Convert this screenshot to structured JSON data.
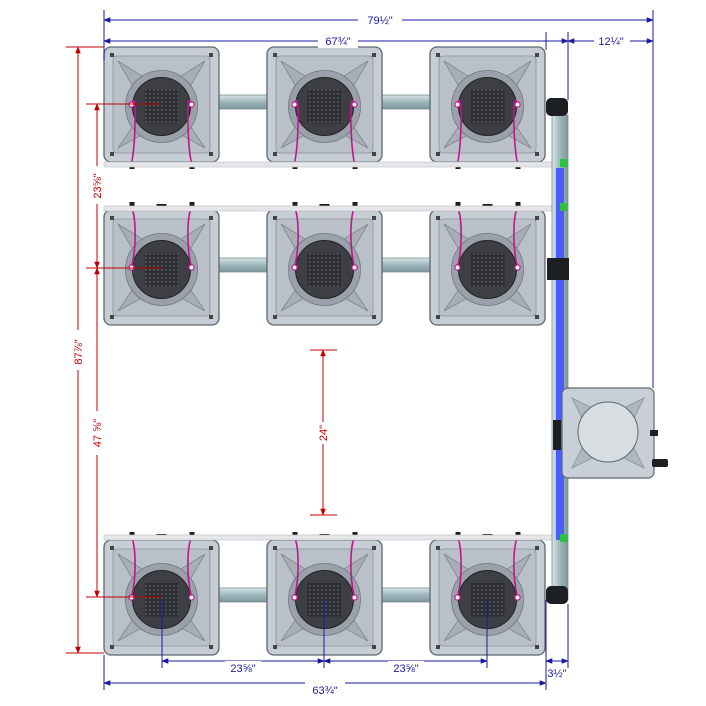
{
  "dimensions": {
    "overall_width": "79½\"",
    "module_span": "67¾\"",
    "reservoir_offset": "12¼\"",
    "overall_depth": "87⅞\"",
    "row_spacing": "23⅝\"",
    "front_to_back_row": "47 ⅝\"",
    "aisle_gap": "24\"",
    "column_spacing_a": "23⅝\"",
    "column_spacing_b": "23⅝\"",
    "bottom_span": "63¾\"",
    "manifold_offset": "3½\""
  },
  "layout": {
    "module_rows": 3,
    "modules_per_row": 3,
    "total_modules": 9,
    "reservoir_count": 1
  },
  "colors": {
    "dimension_blue": "#1a1aa0",
    "dimension_red": "#c00000",
    "module_fill": "#c7cdd4",
    "pot_dark": "#3d3f44",
    "feed_tube": "#c0168c",
    "manifold": "#4b5cff",
    "pipe": "#a9bfc4"
  }
}
